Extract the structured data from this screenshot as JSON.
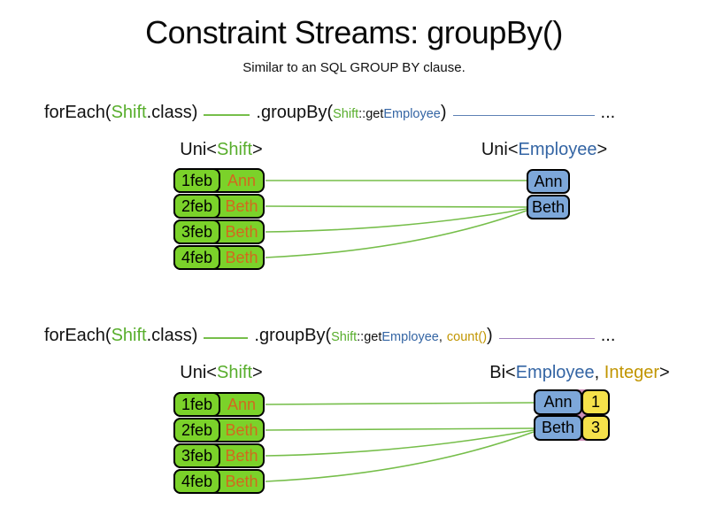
{
  "title": "Constraint Streams: groupBy()",
  "subtitle": "Similar to an SQL GROUP BY clause.",
  "colors": {
    "green_text": "#58AE2C",
    "green_fill": "#7BD22A",
    "green_line": "#76BE4A",
    "orange_text": "#D2691E",
    "blue_text": "#3465A4",
    "blue_fill": "#7DA7D9",
    "gold_text": "#C19500",
    "yellow_fill": "#F5E14B",
    "pink_fill": "#CE8FB8",
    "blue_line": "#5E81B5",
    "purple_line": "#9E7FBC"
  },
  "code1": {
    "foreach": "forEach(",
    "shift": "Shift",
    "class_close": ".class)",
    "groupby": ".groupBy(",
    "arg_shift": "Shift",
    "arg_getter": "::get",
    "arg_employee": "Employee",
    "close": ")",
    "ellipsis": "..."
  },
  "code2": {
    "foreach": "forEach(",
    "shift": "Shift",
    "class_close": ".class)",
    "groupby": ".groupBy(",
    "arg_shift": "Shift",
    "arg_getter": "::get",
    "arg_employee": "Employee",
    "comma": ",",
    "arg_count": "count()",
    "close": ")",
    "ellipsis": "..."
  },
  "diagram1": {
    "left_header": {
      "pre": "Uni<",
      "type": "Shift",
      "post": ">"
    },
    "right_header": {
      "pre": "Uni<",
      "type": "Employee",
      "post": ">"
    },
    "rows": [
      {
        "date": "1feb",
        "name": "Ann"
      },
      {
        "date": "2feb",
        "name": "Beth"
      },
      {
        "date": "3feb",
        "name": "Beth"
      },
      {
        "date": "4feb",
        "name": "Beth"
      }
    ],
    "groups": [
      "Ann",
      "Beth"
    ]
  },
  "diagram2": {
    "left_header": {
      "pre": "Uni<",
      "type": "Shift",
      "post": ">"
    },
    "right_header": {
      "pre": "Bi<",
      "type": "Employee",
      "sep": ", ",
      "type2": "Integer",
      "post": ">"
    },
    "rows": [
      {
        "date": "1feb",
        "name": "Ann"
      },
      {
        "date": "2feb",
        "name": "Beth"
      },
      {
        "date": "3feb",
        "name": "Beth"
      },
      {
        "date": "4feb",
        "name": "Beth"
      }
    ],
    "groups": [
      {
        "name": "Ann",
        "count": "1"
      },
      {
        "name": "Beth",
        "count": "3"
      }
    ]
  }
}
